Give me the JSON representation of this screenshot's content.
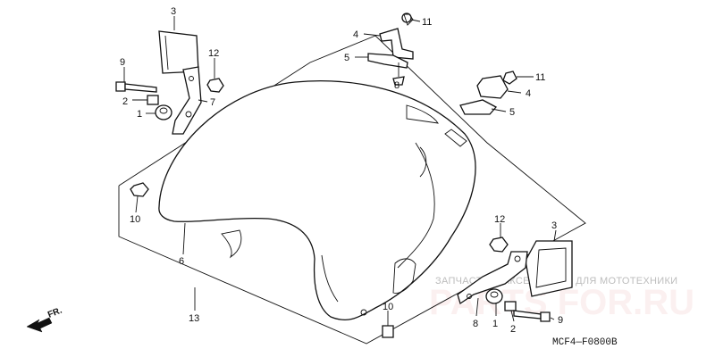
{
  "diagram": {
    "callouts": {
      "c3_top": "3",
      "c9_left": "9",
      "c12_left": "12",
      "c2_left": "2",
      "c7": "7",
      "c1_left": "1",
      "c4_top": "4",
      "c11_top": "11",
      "c5_top": "5",
      "c8_top": "8",
      "c11_right": "11",
      "c4_right": "4",
      "c5_right": "5",
      "c10_left": "10",
      "c6": "6",
      "c13": "13",
      "c10_bottom": "10",
      "c12_right": "12",
      "c3_right": "3",
      "c8_bottom": "8",
      "c1_bottom": "1",
      "c9_bottom": "9",
      "c2_bottom": "2"
    },
    "direction_label": "FR.",
    "drawing_code": "MCF4—F0800B"
  },
  "watermark": {
    "tagline": "ЗАПЧАСТИ И АКСЕССУАРЫ ДЛЯ МОТОТЕХНИКИ",
    "brand": "PARTS FOR.RU",
    "color": "#e23b3b"
  }
}
